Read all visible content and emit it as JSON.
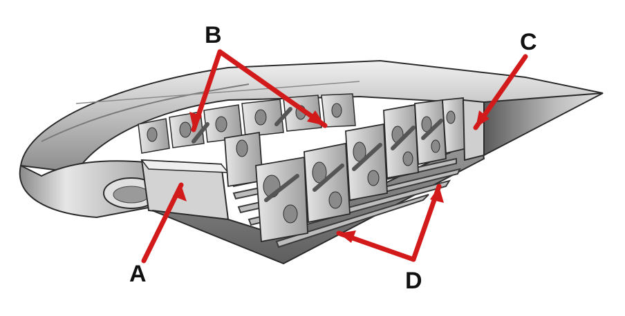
{
  "labels": {
    "a": "A",
    "b": "B",
    "c": "C",
    "d": "D"
  },
  "colors": {
    "skin_light": "#d9d9d9",
    "skin_mid": "#a9a9a9",
    "skin_dark": "#6e6e6e",
    "rib": "#c4c4c4",
    "outline": "#2a2a2a",
    "callout": "#d21a1a"
  }
}
